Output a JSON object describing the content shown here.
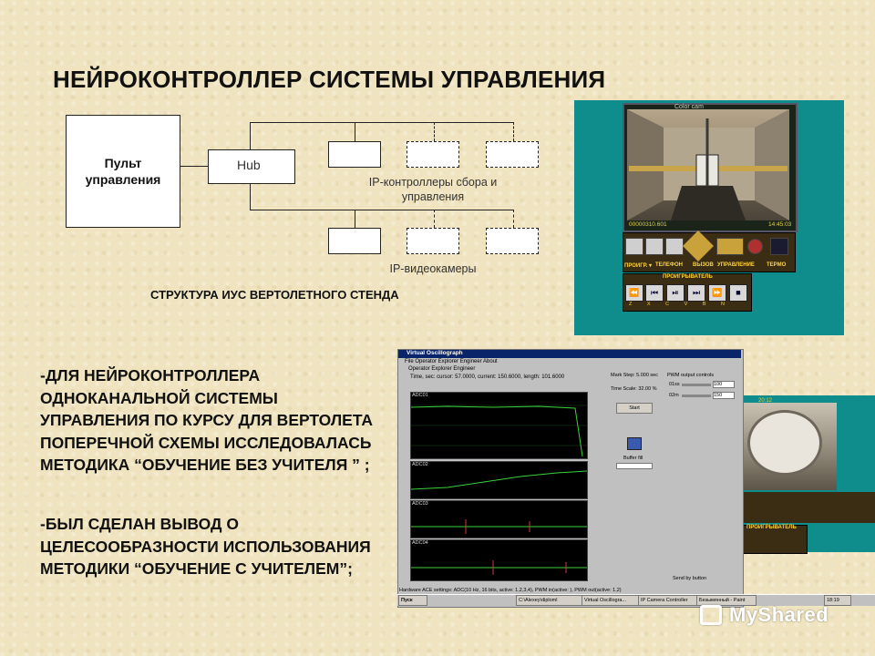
{
  "slide": {
    "title": "НЕЙРОКОНТРОЛЛЕР СИСТЕМЫ УПРАВЛЕНИЯ"
  },
  "diagram": {
    "console_label": "Пульт управления",
    "hub_label": "Hub",
    "ip_controllers_caption": "IP-контроллеры сбора и управления",
    "ip_cameras_caption": "IP-видеокамеры",
    "structure_caption": "СТРУКТУРА ИУС ВЕРТОЛЕТНОГО СТЕНДА"
  },
  "text": {
    "paragraph_1": "-ДЛЯ НЕЙРОКОНТРОЛЛЕРА ОДНОКАНАЛЬНОЙ СИСТЕМЫ УПРАВЛЕНИЯ ПО КУРСУ ДЛЯ ВЕРТОЛЕТА ПОПЕРЕЧНОЙ СХЕМЫ ИССЛЕДОВАЛАСЬ МЕТОДИКА “ОБУЧЕНИЕ БЕЗ УЧИТЕЛЯ ” ;",
    "paragraph_2": "-БЫЛ СДЕЛАН ВЫВОД О ЦЕЛЕСООБРАЗНОСТИ ИСПОЛЬЗОВАНИЯ МЕТОДИКИ “ОБУЧЕНИЕ С УЧИТЕЛЕМ”;"
  },
  "camera_window": {
    "label": "Color cam",
    "timestamp_left": "00000310.601",
    "timestamp_right": "14:45:03",
    "menu": [
      "ПРОИГР. ▾",
      "ТЕЛЕФОН",
      "ВЫЗОВ",
      "УПРАВЛЕНИЕ",
      "ТЕРМО"
    ],
    "player_label": "ПРОИГРЫВАТЕЛЬ",
    "player_buttons": [
      "⏪",
      "⏮",
      "⏯",
      "⏭",
      "⏩",
      "■"
    ],
    "button_hint_keys": [
      "Z",
      "X",
      "C",
      "V",
      "B",
      "N"
    ]
  },
  "oscillograph": {
    "title": "Virtual Oscillograph",
    "menu": "File  Operator  Explorer  Engineer  About",
    "tabs": "Operator  Explorer  Engineer",
    "info": "Time, sec:  cursor: 57.0000, current: 150.6000, length: 101.6000",
    "channels": [
      "ADC01",
      "ADC02",
      "ADC03",
      "ADC04"
    ],
    "mark_step": "Mark Step: 5.000 sec",
    "time_scale": "Time Scale: 32.00 %",
    "pwm_label": "PWM output controls",
    "pwm_rows": [
      "01ss",
      "02m"
    ],
    "pwm_values": [
      "100",
      "150"
    ],
    "start_label": "Start",
    "buffer_label": "Buffer fill",
    "send_label": "Send by button",
    "status": "Hardware ACE settings: ADC(10 Hz, 16 bits, active: 1,2,3,4), PWM in(active: ), PWM out(active: 1,2)"
  },
  "taskbar": {
    "start": "Пуск",
    "items": [
      "C:\\Alexey\\diploml",
      "Virtual Oscillogra...",
      "IP Camera Controller",
      "Безымянный - Paint"
    ],
    "clock": "18:19"
  },
  "camera2": {
    "timestamp": "20:12",
    "player_label": "ПРОИГРЫВАТЕЛЬ"
  },
  "watermark": {
    "text": "MyShared"
  },
  "colors": {
    "background": "#efe4bf",
    "panel_teal": "#0f8c8c",
    "control_brown": "#3a2d14",
    "accent_yellow": "#ffd23a"
  }
}
